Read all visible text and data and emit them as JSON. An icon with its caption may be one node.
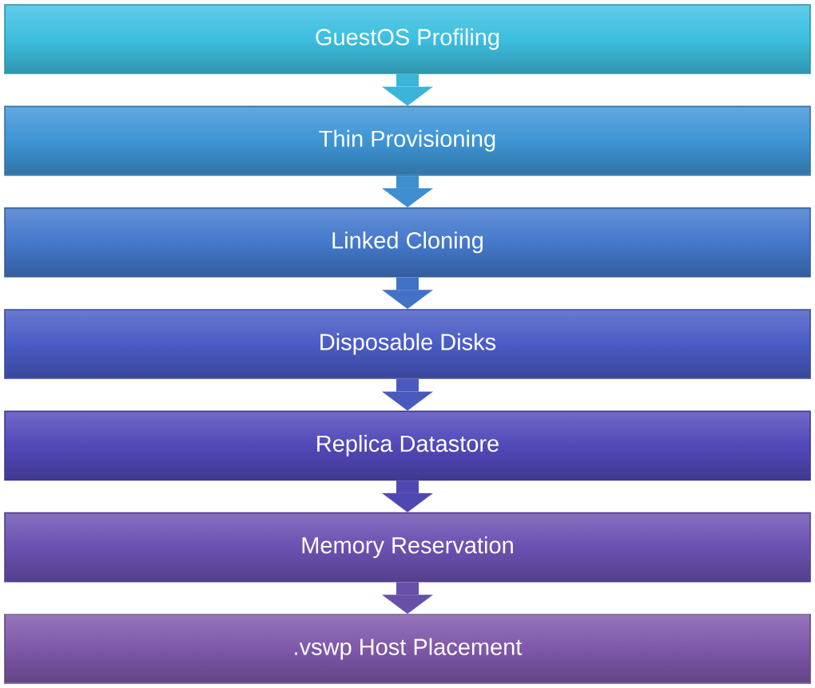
{
  "diagram": {
    "nodes": [
      {
        "text": [
          "GuestOS Profiling"
        ]
      },
      {
        "text": [
          "Thin Provisioning"
        ]
      },
      {
        "text": [
          "Linked Cloning"
        ]
      },
      {
        "text": [
          "Disposable Disks"
        ]
      },
      {
        "text": [
          "Replica Datastore"
        ]
      },
      {
        "text": [
          "Memory Reservation"
        ]
      },
      {
        "text": [
          ".vswp Host Placement"
        ]
      }
    ],
    "edges": [
      {
        "from": 0,
        "to": 1,
        "arrow": "to",
        "color": "#3bb4da"
      },
      {
        "from": 1,
        "to": 2,
        "arrow": "to",
        "color": "#3d8fd0"
      },
      {
        "from": 2,
        "to": 3,
        "arrow": "to",
        "color": "#4272c6"
      },
      {
        "from": 3,
        "to": 4,
        "arrow": "to",
        "color": "#4a5abc"
      },
      {
        "from": 4,
        "to": 5,
        "arrow": "to",
        "color": "#5048b2"
      },
      {
        "from": 5,
        "to": 6,
        "arrow": "to",
        "color": "#6650aa"
      }
    ]
  }
}
